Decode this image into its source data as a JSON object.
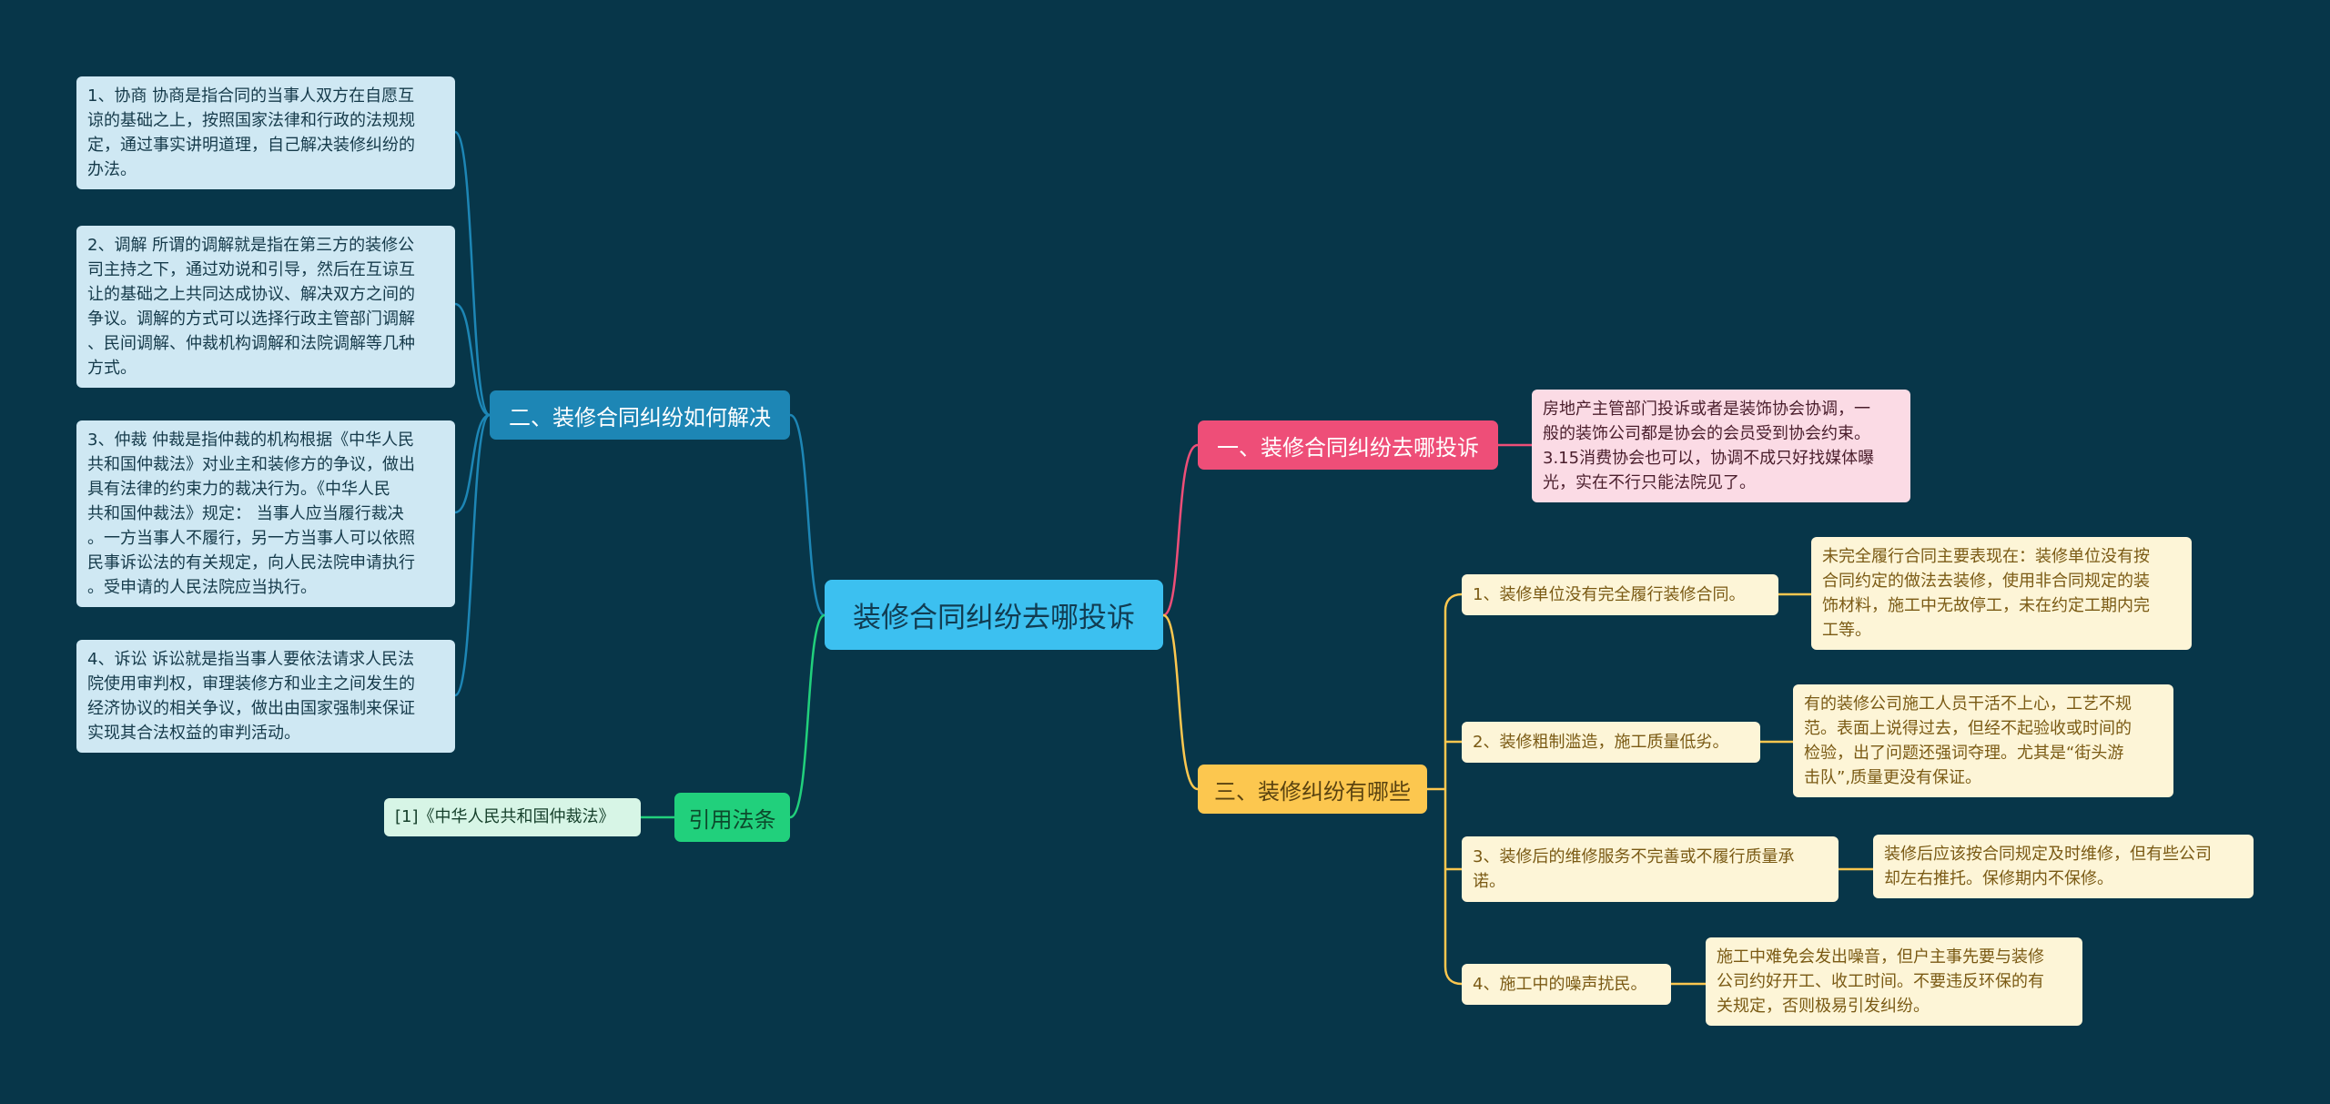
{
  "root": {
    "label": "装修合同纠纷去哪投诉"
  },
  "branches": {
    "complaint": {
      "label": "一、装修合同纠纷去哪投诉",
      "detail": "房地产主管部门投诉或者是装饰协会协调，一\n般的装饰公司都是协会的会员受到协会约束。\n3.15消费协会也可以，协调不成只好找媒体曝\n光，实在不行只能法院见了。"
    },
    "solve": {
      "label": "二、装修合同纠纷如何解决",
      "items": [
        "1、协商 协商是指合同的当事人双方在自愿互\n谅的基础之上，按照国家法律和行政的法规规\n定，通过事实讲明道理，自己解决装修纠纷的\n办法。",
        "2、调解 所谓的调解就是指在第三方的装修公\n司主持之下，通过劝说和引导，然后在互谅互\n让的基础之上共同达成协议、解决双方之间的\n争议。调解的方式可以选择行政主管部门调解\n、民间调解、仲裁机构调解和法院调解等几种\n方式。",
        "3、仲裁 仲裁是指仲裁的机构根据《中华人民\n共和国仲裁法》对业主和装修方的争议，做出\n具有法律的约束力的裁决行为。《中华人民\n共和国仲裁法》规定： 当事人应当履行裁决\n。一方当事人不履行，另一方当事人可以依照\n民事诉讼法的有关规定，向人民法院申请执行\n。受申请的人民法院应当执行。",
        "4、诉讼 诉讼就是指当事人要依法请求人民法\n院使用审判权，审理装修方和业主之间发生的\n经济协议的相关争议，做出由国家强制来保证\n实现其合法权益的审判活动。"
      ]
    },
    "types": {
      "label": "三、装修纠纷有哪些",
      "items": [
        {
          "label": "1、装修单位没有完全履行装修合同。",
          "detail": "未完全履行合同主要表现在：装修单位没有按\n合同约定的做法去装修，使用非合同规定的装\n饰材料，施工中无故停工，未在约定工期内完\n工等。"
        },
        {
          "label": "2、装修粗制滥造，施工质量低劣。",
          "detail": "有的装修公司施工人员干活不上心，工艺不规\n范。表面上说得过去，但经不起验收或时间的\n检验，出了问题还强词夺理。尤其是“街头游\n击队”,质量更没有保证。"
        },
        {
          "label": "3、装修后的维修服务不完善或不履行质量承\n诺。",
          "detail": "装修后应该按合同规定及时维修，但有些公司\n却左右推托。保修期内不保修。"
        },
        {
          "label": "4、施工中的噪声扰民。",
          "detail": "施工中难免会发出噪音，但户主事先要与装修\n公司约好开工、收工时间。不要违反环保的有\n关规定，否则极易引发纠纷。"
        }
      ]
    },
    "law": {
      "label": "引用法条",
      "items": [
        "[1]《中华人民共和国仲裁法》"
      ]
    }
  },
  "colors": {
    "background": "#073649",
    "root": "#3cc0f0",
    "pink": "#ee4e78",
    "blue": "#1d86b5",
    "gold": "#fcc74f",
    "green": "#21d07c"
  }
}
